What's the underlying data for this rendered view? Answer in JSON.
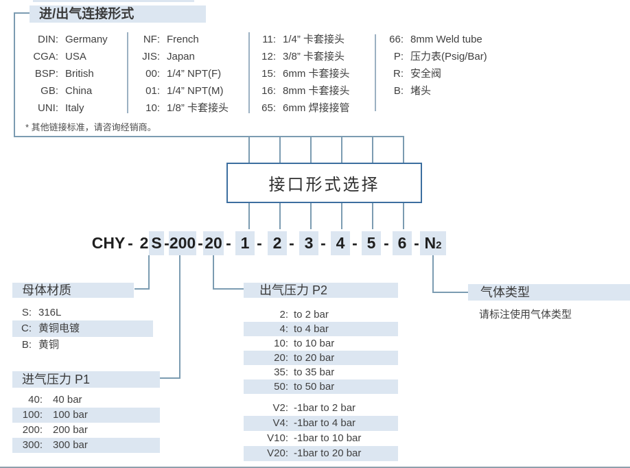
{
  "colors": {
    "highlight": "#dce6f1",
    "connector_line": "#7b9bb1",
    "box_border": "#3c6e9f",
    "text": "#3f3f3f",
    "code_text": "#1f1f1f"
  },
  "connection_box": {
    "title": "进/出气连接形式",
    "footnote": "* 其他链接标准，请咨询经销商。",
    "columns": [
      {
        "items": [
          {
            "k": "DIN:",
            "v": "Germany"
          },
          {
            "k": "CGA:",
            "v": "USA"
          },
          {
            "k": "BSP:",
            "v": "British"
          },
          {
            "k": "GB:",
            "v": "China"
          },
          {
            "k": "UNI:",
            "v": "Italy"
          }
        ]
      },
      {
        "items": [
          {
            "k": "NF:",
            "v": "French"
          },
          {
            "k": "JIS:",
            "v": "Japan"
          },
          {
            "k": "00:",
            "v": "1/4” NPT(F)"
          },
          {
            "k": "01:",
            "v": "1/4” NPT(M)"
          },
          {
            "k": "10:",
            "v": "1/8” 卡套接头"
          }
        ]
      },
      {
        "items": [
          {
            "k": "11:",
            "v": "1/4” 卡套接头"
          },
          {
            "k": "12:",
            "v": "3/8” 卡套接头"
          },
          {
            "k": "15:",
            "v": "6mm 卡套接头"
          },
          {
            "k": "16:",
            "v": "8mm 卡套接头"
          },
          {
            "k": "65:",
            "v": "6mm 焊接接管"
          }
        ]
      },
      {
        "items": [
          {
            "k": "66:",
            "v": "8mm Weld tube"
          },
          {
            "k": "P:",
            "v": "压力表(Psig/Bar)"
          },
          {
            "k": "R:",
            "v": "安全阀"
          },
          {
            "k": "B:",
            "v": "堵头"
          }
        ]
      }
    ]
  },
  "selector": {
    "label": "接口形式选择"
  },
  "code": {
    "brand": "CHY",
    "dash": "-",
    "material_prefix": "2",
    "material": "S",
    "inlet_pressure": "200",
    "outlet_pressure": "20",
    "ports": [
      "1",
      "2",
      "3",
      "4",
      "5",
      "6"
    ],
    "gas": "N",
    "gas_sub": "2"
  },
  "material_section": {
    "title": "母体材质",
    "items": [
      {
        "k": "S:",
        "v": "316L"
      },
      {
        "k": "C:",
        "v": "黄铜电镀"
      },
      {
        "k": "B:",
        "v": "黄铜"
      }
    ]
  },
  "inlet_section": {
    "title": "进气压力 P1",
    "items": [
      {
        "k": "40:",
        "v": "40 bar"
      },
      {
        "k": "100:",
        "v": "100 bar"
      },
      {
        "k": "200:",
        "v": "200 bar"
      },
      {
        "k": "300:",
        "v": "300 bar"
      }
    ]
  },
  "outlet_section": {
    "title": "出气压力 P2",
    "items": [
      {
        "k": "2:",
        "v": "to 2 bar"
      },
      {
        "k": "4:",
        "v": "to 4 bar"
      },
      {
        "k": "10:",
        "v": "to 10 bar"
      },
      {
        "k": "20:",
        "v": "to 20 bar"
      },
      {
        "k": "35:",
        "v": "to 35 bar"
      },
      {
        "k": "50:",
        "v": "to 50 bar"
      },
      {
        "k": "V2:",
        "v": "-1bar to 2 bar"
      },
      {
        "k": "V4:",
        "v": "-1bar to 4 bar"
      },
      {
        "k": "V10:",
        "v": "-1bar to 10 bar"
      },
      {
        "k": "V20:",
        "v": "-1bar to 20 bar"
      }
    ]
  },
  "gas_section": {
    "title": "气体类型",
    "note": "请标注使用气体类型"
  }
}
